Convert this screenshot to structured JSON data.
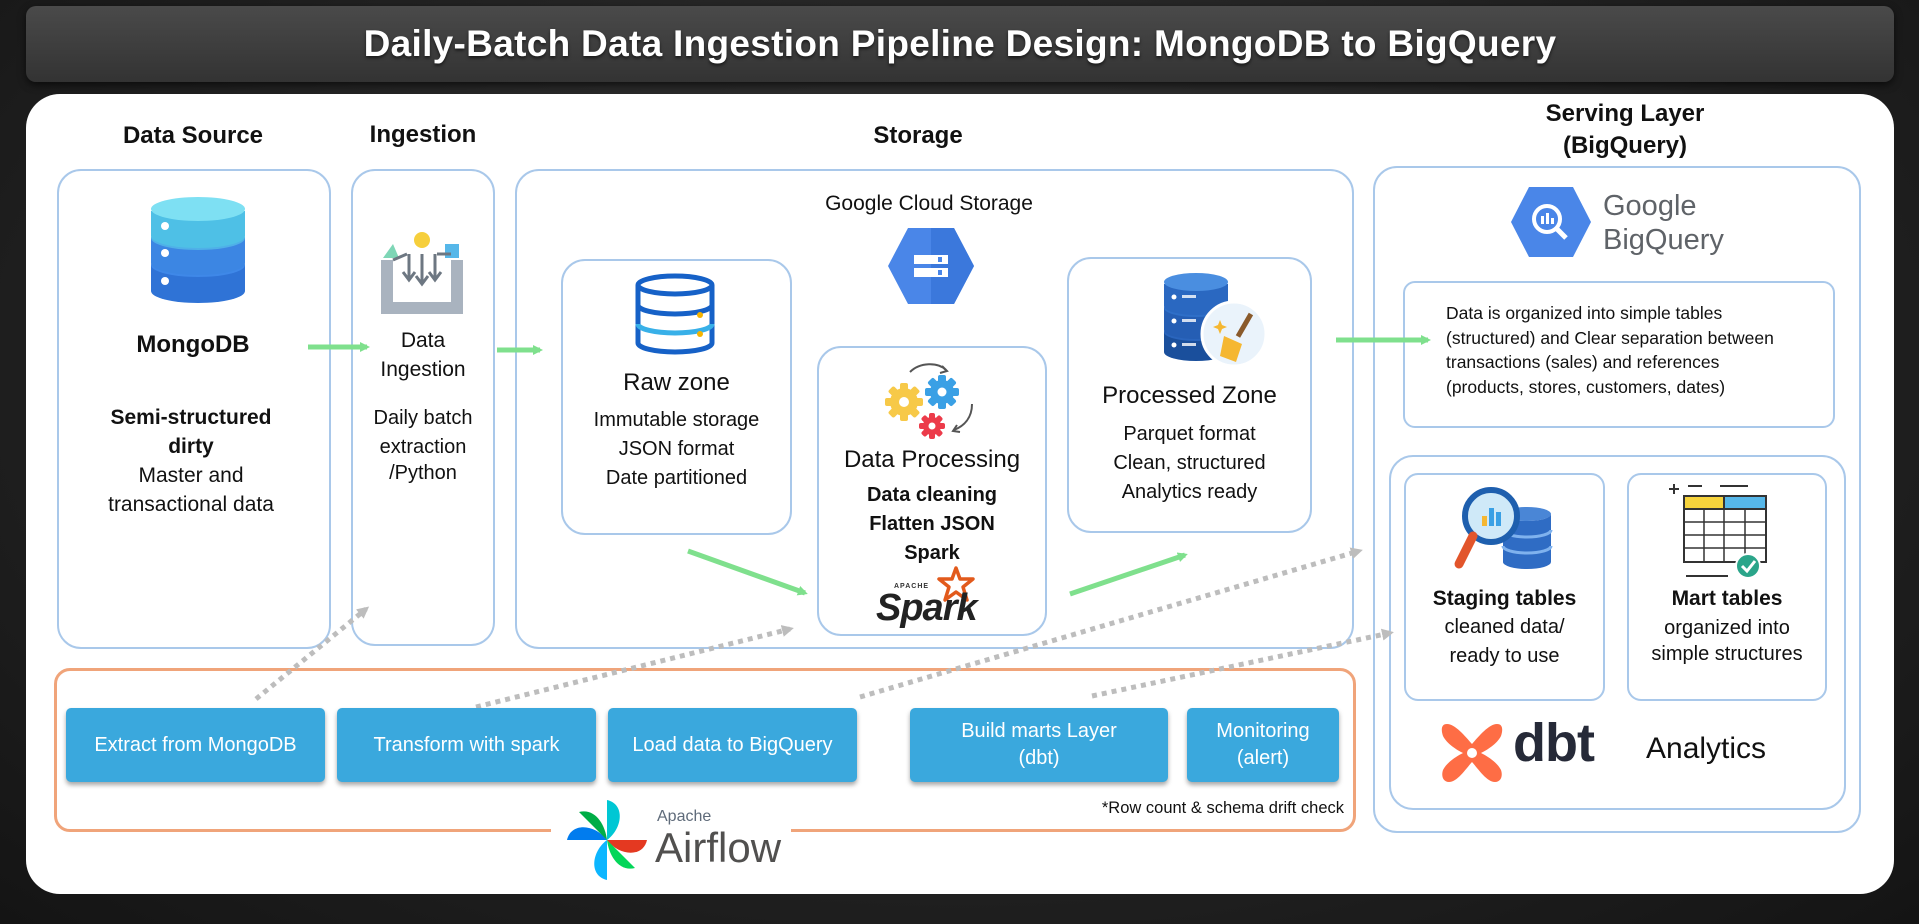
{
  "title": "Daily-Batch Data Ingestion Pipeline Design: MongoDB to BigQuery",
  "sections": {
    "source": "Data Source",
    "ingestion": "Ingestion",
    "storage": "Storage",
    "serving_1": "Serving Layer",
    "serving_2": "(BigQuery)"
  },
  "source": {
    "name": "MongoDB",
    "desc_1": "Semi-structured",
    "desc_2": "dirty",
    "desc_3": "Master and",
    "desc_4": "transactional data"
  },
  "ingestion": {
    "name_1": "Data",
    "name_2": "Ingestion",
    "desc_1": "Daily batch",
    "desc_2": "extraction",
    "desc_3": "/Python"
  },
  "storage": {
    "gcs_label": "Google Cloud Storage",
    "raw": {
      "title": "Raw zone",
      "l1": "Immutable storage",
      "l2": "JSON format",
      "l3": "Date partitioned"
    },
    "processing": {
      "title": "Data Processing",
      "l1": "Data cleaning",
      "l2": "Flatten JSON",
      "l3": "Spark",
      "logo_small": "APACHE",
      "logo": "Spark"
    },
    "processed": {
      "title": "Processed Zone",
      "l1": "Parquet format",
      "l2": "Clean, structured",
      "l3": "Analytics ready"
    }
  },
  "serving": {
    "bq_1": "Google",
    "bq_2": "BigQuery",
    "note_1": "Data is organized into simple tables",
    "note_2": "(structured) and Clear separation between",
    "note_3": "transactions (sales) and references",
    "note_4": "(products, stores, customers, dates)",
    "staging": {
      "title": "Staging tables",
      "l1": "cleaned data/",
      "l2": "ready to use"
    },
    "mart": {
      "title": "Mart tables",
      "l1": "organized into",
      "l2": "simple structures"
    },
    "dbt": "dbt",
    "analytics": "Analytics"
  },
  "orchestration": {
    "steps": [
      {
        "label": "Extract from MongoDB"
      },
      {
        "label": "Transform with spark"
      },
      {
        "label": "Load data to BigQuery"
      },
      {
        "label_1": "Build marts Layer",
        "label_2": "(dbt)"
      },
      {
        "label_1": "Monitoring",
        "label_2": "(alert)"
      }
    ],
    "footnote": "*Row count & schema drift check",
    "airflow_small": "Apache",
    "airflow": "Airflow"
  },
  "colors": {
    "panel_border": "#a9c8ea",
    "flow_arrow": "#7fe08d",
    "step_fill": "#3aa8dd",
    "orchestration_border": "#f0a47a",
    "dotted": "#bdbdbd"
  }
}
